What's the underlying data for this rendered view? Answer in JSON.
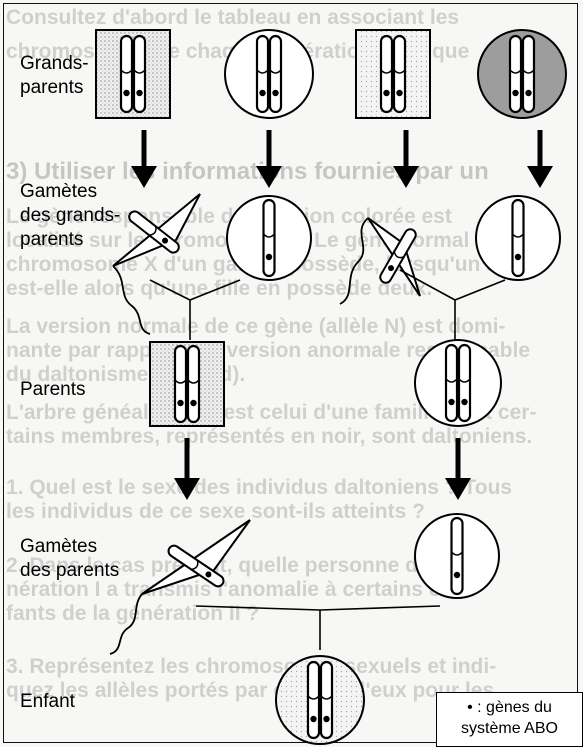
{
  "labels": {
    "grandparents_line1": "Grands-",
    "grandparents_line2": "parents",
    "gametes_gp_line1": "Gamètes",
    "gametes_gp_line2": "des grands-",
    "gametes_gp_line3": "parents",
    "parents": "Parents",
    "gametes_p_line1": "Gamètes",
    "gametes_p_line2": "des parents",
    "child": "Enfant"
  },
  "legend": {
    "bullet": "•",
    "line1": ": gènes du",
    "line2": "système ABO"
  },
  "background_text": [
    "Consultez d'abord le tableau en associant les",
    "chromosomes de chaque génération ainsi que",
    "3) Utiliser les informations fournies par un",
    "Le gène responsable de la vision colorée est",
    "localisé sur le chromosome X. Le gène normal est",
    "chromosome X d'un garçon possède, lorsqu'un allèle",
    "est-elle alors qu'une fille en possède deux.",
    "La version normale de ce gène (allèle N) est domi-",
    "nante par rapport à la version anormale responsable",
    "du daltonisme (allèle d).",
    "L'arbre généalogique est celui d'une famille dont cer-",
    "tains membres, représentés en noir, sont daltoniens.",
    "1. Quel est le sexe des individus daltoniens ? Tous",
    "les individus de ce sexe sont-ils atteints ?",
    "2. Dans le cas présent, quelle personne de la gé-",
    "nération I a transmis l'anomalie à certains en-",
    "fants de la génération II ?",
    "3. Représentez les chromosomes sexuels et indi-",
    "quez les allèles portés par chacun d'eux pour les"
  ],
  "colors": {
    "ink": "#000000",
    "stipple": "#9a9a9a",
    "dark_fill": "#9d9d9d"
  }
}
